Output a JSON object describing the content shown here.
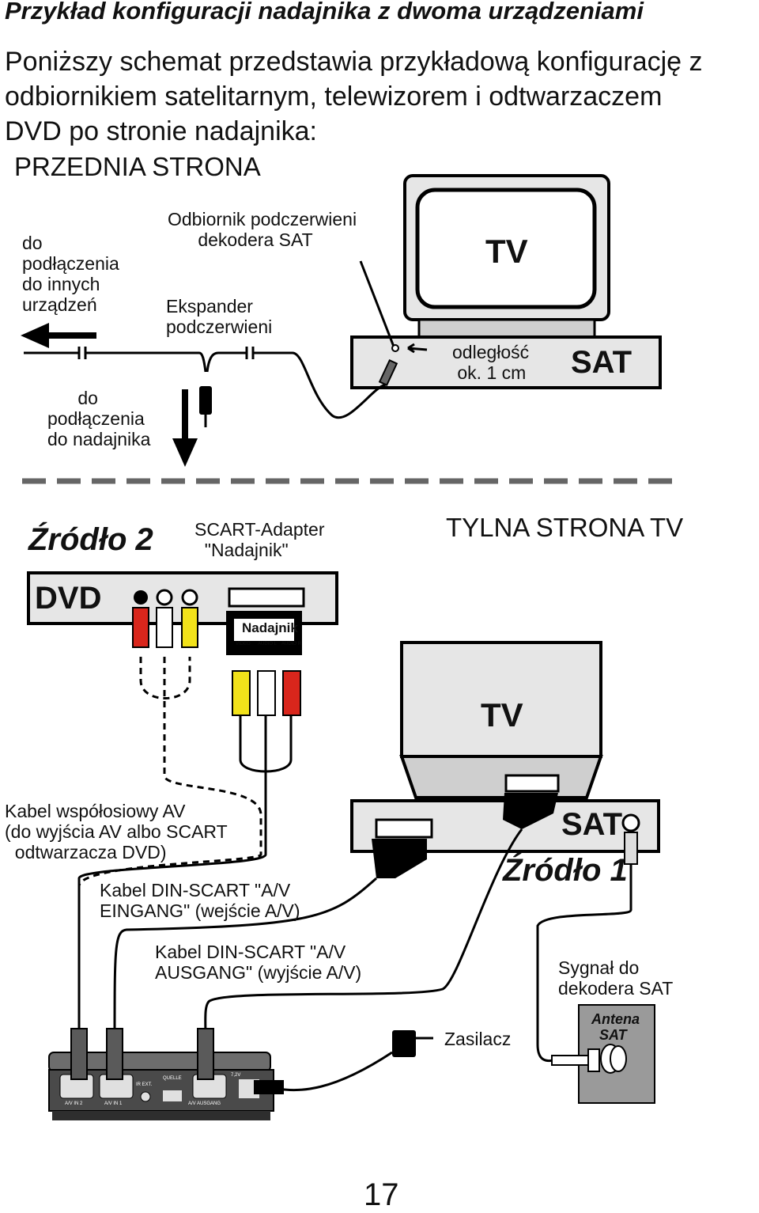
{
  "page": {
    "title": "Przykład konfiguracji nadajnika z dwoma urządzeniami",
    "intro": "Poniższy schemat przedstawia przykładową konfigurację z\nodbiornikiem satelitarnym, telewizorem i odtwarzaczem\nDVD po stronie nadajnika:",
    "page_number": "17"
  },
  "front": {
    "heading": "PRZEDNIA STRONA",
    "ir_receiver": "Odbiornik podczerwieni\n      dekodera SAT",
    "to_other": "do\npodłączenia\ndo innych\nurządzeń",
    "expander": "Ekspander\npodczerwieni",
    "to_transmitter": "      do\npodłączenia\ndo nadajnika",
    "distance": "odległość\n ok. 1 cm",
    "tv": "TV",
    "sat": "SAT"
  },
  "back": {
    "source2": "Źródło 2",
    "scart_adapter": "SCART-Adapter\n  \"Nadajnik\"",
    "tv_back_heading": "TYLNA STRONA TV",
    "dvd": "DVD",
    "adapter_label": "Nadajnik",
    "adapter_ports": [
      "VIDEO",
      "AUDIO L",
      "AUDIO R"
    ],
    "tv": "TV",
    "sat": "SAT",
    "source1": "Źródło 1",
    "av_cable": "Kabel współosiowy AV\n(do wyjścia AV albo SCART\n  odtwarzacza DVD)",
    "din_in": "Kabel DIN-SCART \"A/V\nEINGANG\" (wejście A/V)",
    "din_out": "Kabel DIN-SCART \"A/V\nAUSGANG\" (wyjście A/V)",
    "psu": "Zasilacz",
    "sat_signal": "Sygnał do\ndekodera SAT",
    "antenna": "Antena\n  SAT",
    "device_ports": [
      "A/V IN 2",
      "A/V IN 1",
      "IR EXT.",
      "QUELLE",
      "A/V AUSGANG",
      "7,2V"
    ]
  },
  "colors": {
    "red": "#d9261c",
    "yellow": "#f2e21a",
    "white": "#ffffff",
    "panel": "#e6e6e6",
    "device": "#4a4a4a"
  }
}
